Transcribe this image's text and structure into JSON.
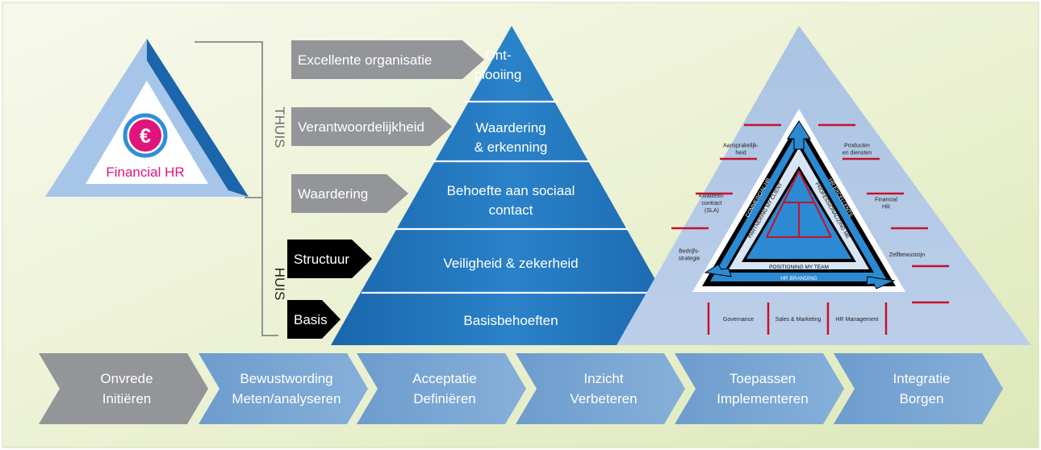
{
  "logo": {
    "symbol": "€",
    "label": "Financial HR"
  },
  "brackets": {
    "thuis": "THUIS",
    "huis": "HUIS"
  },
  "arrows": [
    {
      "label": "Excellente organisatie",
      "color": "#939598"
    },
    {
      "label": "Verantwoordelijkheid",
      "color": "#939598"
    },
    {
      "label": "Waardering",
      "color": "#939598"
    },
    {
      "label": "Structuur",
      "color": "#000000"
    },
    {
      "label": "Basis",
      "color": "#000000"
    }
  ],
  "pyramid": {
    "levels": [
      {
        "lines": [
          "Ont-",
          "plooiing"
        ]
      },
      {
        "lines": [
          "Waardering",
          "& erkenning"
        ]
      },
      {
        "lines": [
          "Behoefte aan sociaal",
          "contact"
        ]
      },
      {
        "lines": [
          "Veiligheid & zekerheid"
        ]
      },
      {
        "lines": [
          "Basisbehoeften"
        ]
      }
    ]
  },
  "right_model": {
    "left_labels": [
      {
        "lines": [
          "Aansprakelijk-",
          "heid"
        ]
      },
      {
        "lines": [
          "Kwaliteits-",
          "contract",
          "(SLA)"
        ]
      },
      {
        "lines": [
          "Bedrijfs-",
          "strategie"
        ]
      }
    ],
    "right_labels": [
      {
        "lines": [
          "Producten",
          "en diensten"
        ]
      },
      {
        "lines": [
          "Financial",
          "HR"
        ]
      },
      {
        "lines": [
          "Zelfbewustzijn"
        ]
      }
    ],
    "bottom_labels": [
      "Governance",
      "Sales & Marketing",
      "HR Management"
    ],
    "inner": {
      "outer_left": "COMMERCIAL HR",
      "outer_right": "HR EXCELLENTS",
      "outer_bottom": "HR BRANDING",
      "inner_left": "PARTNERING MY CLIENT",
      "inner_right": "PROFESSIONALIZING ME",
      "inner_bottom": "POSITIONING MY TEAM"
    }
  },
  "process": [
    {
      "line1": "Onvrede",
      "line2": "Initiëren"
    },
    {
      "line1": "Bewustwording",
      "line2": "Meten/analyseren"
    },
    {
      "line1": "Acceptatie",
      "line2": "Definiëren"
    },
    {
      "line1": "Inzicht",
      "line2": "Verbeteren"
    },
    {
      "line1": "Toepassen",
      "line2": "Implementeren"
    },
    {
      "line1": "Integratie",
      "line2": "Borgen"
    }
  ]
}
